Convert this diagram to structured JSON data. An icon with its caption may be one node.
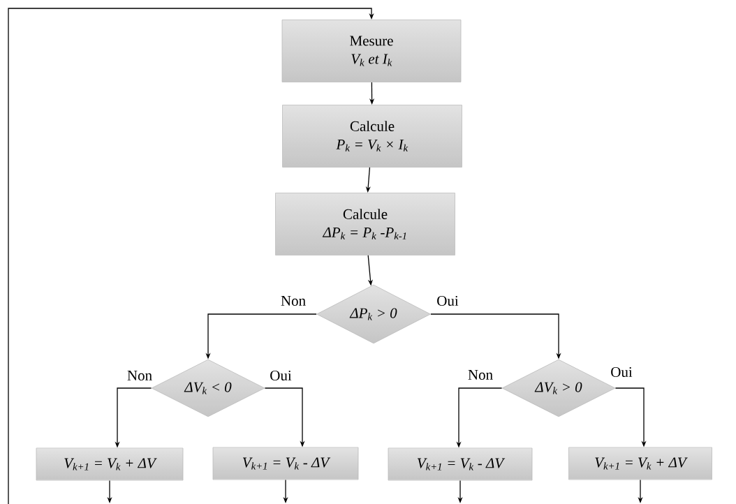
{
  "diagram": {
    "nodes": [
      {
        "text": [
          "Mesure",
          "V$_{k}$ et I$_{k}$"
        ]
      },
      {
        "text": [
          "Calcule",
          "P$_{k}$ = V$_{k}$ × I$_{k}$"
        ]
      },
      {
        "text": [
          "Calcule",
          "ΔP$_{k}$ = P$_{k}$ -P$_{k-1}$"
        ]
      },
      {
        "text": [
          "ΔP$_{k}$ > 0"
        ]
      },
      {
        "text": [
          "ΔV$_{k}$ < 0"
        ]
      },
      {
        "text": [
          "ΔV$_{k}$ > 0"
        ]
      },
      {
        "text": [
          "V$_{k+1}$ = V$_{k}$ + ΔV"
        ]
      },
      {
        "text": [
          "V$_{k+1}$ = V$_{k}$ - ΔV"
        ]
      },
      {
        "text": [
          "V$_{k+1}$ = V$_{k}$ - ΔV"
        ]
      },
      {
        "text": [
          "V$_{k+1}$ = V$_{k}$ + ΔV"
        ]
      }
    ],
    "edges": [
      {
        "from": null,
        "to": 0,
        "arrow": "to"
      },
      {
        "from": 0,
        "to": 1,
        "arrow": "to"
      },
      {
        "from": 1,
        "to": 2,
        "arrow": "to"
      },
      {
        "from": 2,
        "to": 3,
        "arrow": "to"
      },
      {
        "from": 3,
        "to": 4,
        "arrow": "to",
        "label": "Non"
      },
      {
        "from": 3,
        "to": 5,
        "arrow": "to",
        "label": "Oui"
      },
      {
        "from": 4,
        "to": 6,
        "arrow": "to",
        "label": "Non"
      },
      {
        "from": 4,
        "to": 7,
        "arrow": "to",
        "label": "Oui"
      },
      {
        "from": 5,
        "to": 8,
        "arrow": "to",
        "label": "Non"
      },
      {
        "from": 5,
        "to": 9,
        "arrow": "to",
        "label": "Oui"
      },
      {
        "from": 6,
        "to": null,
        "arrow": "to"
      },
      {
        "from": 7,
        "to": null,
        "arrow": "to"
      },
      {
        "from": 8,
        "to": null,
        "arrow": "to"
      },
      {
        "from": 9,
        "to": null,
        "arrow": "to"
      }
    ]
  }
}
